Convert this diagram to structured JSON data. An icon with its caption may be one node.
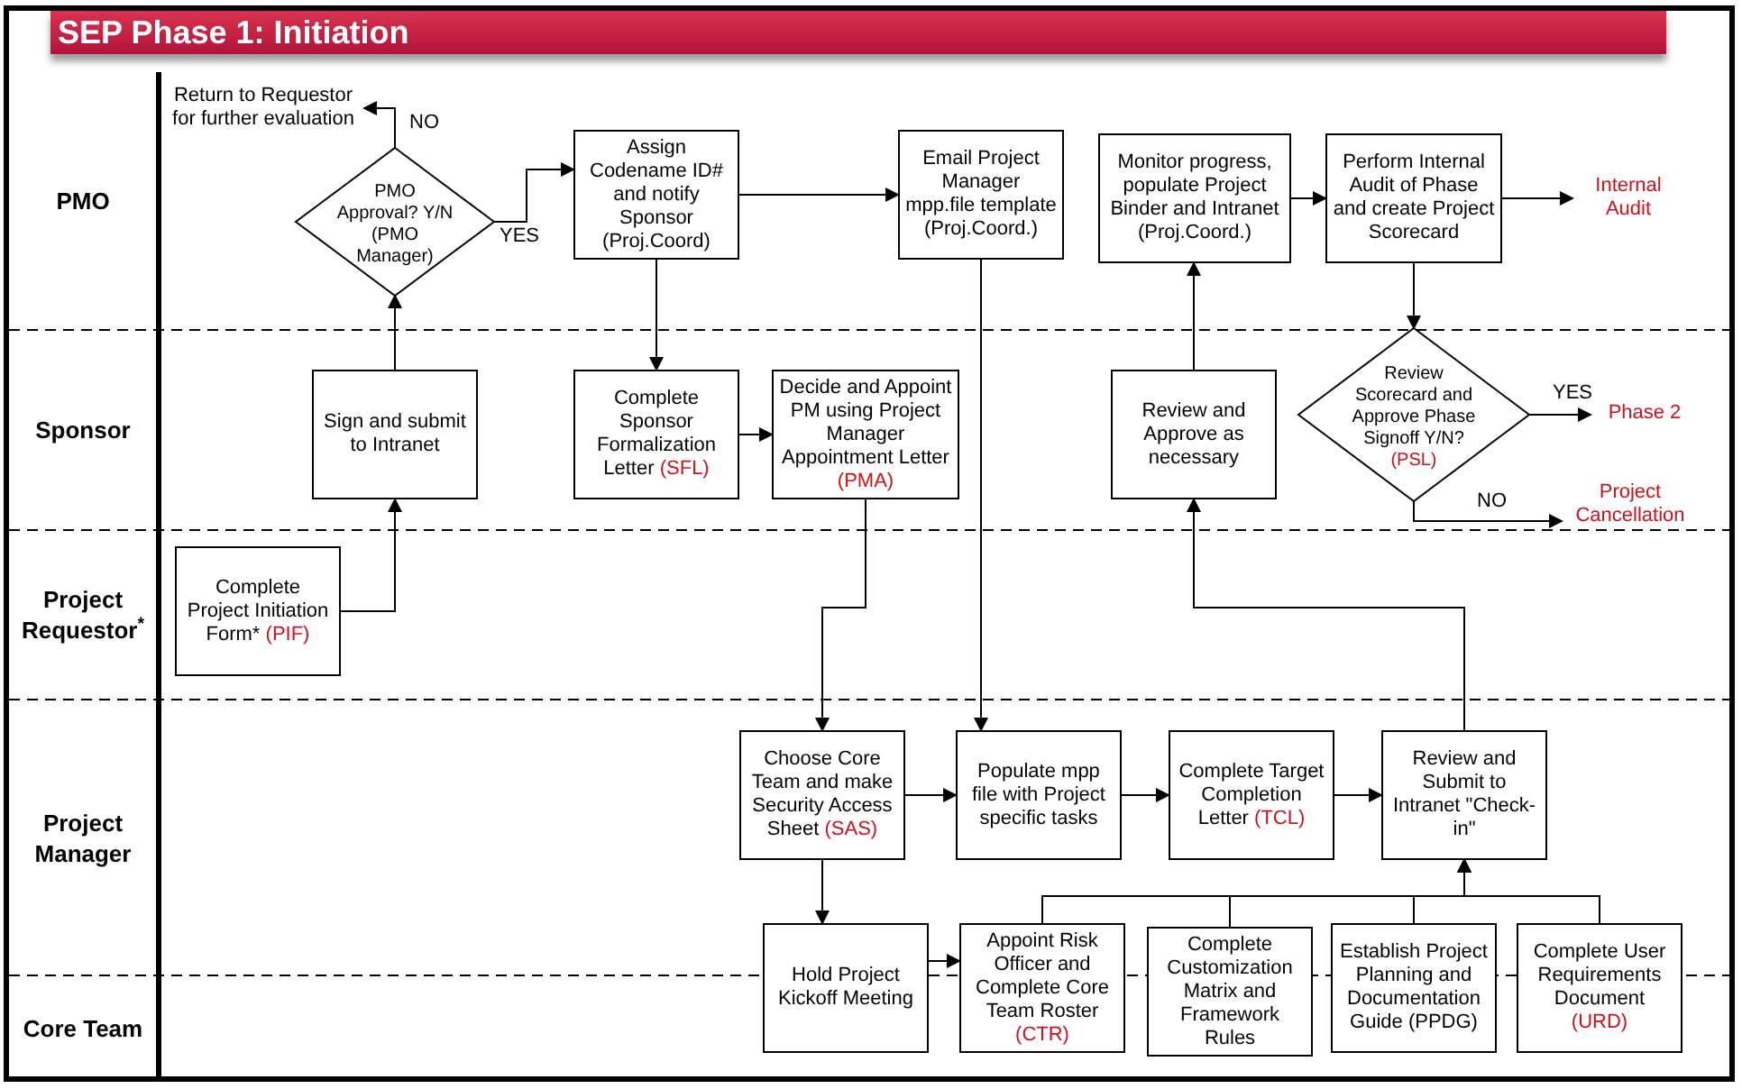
{
  "diagram": {
    "title": "SEP Phase 1: Initiation",
    "nodes": [
      {
        "text": [
          "Return to Requestor for further evaluation"
        ]
      },
      {
        "text": [
          "PMO Approval? Y/N (PMO Manager)"
        ]
      },
      {
        "text": [
          "Assign Codename ID# and notify Sponsor (Proj.Coord)"
        ]
      },
      {
        "text": [
          "Email Project Manager mpp.file template (Proj.Coord.)"
        ]
      },
      {
        "text": [
          "Monitor progress, populate Project Binder and Intranet (Proj.Coord.)"
        ]
      },
      {
        "text": [
          "Perform Internal Audit of Phase and create Project Scorecard"
        ]
      },
      {
        "text": [
          "Internal Audit"
        ]
      },
      {
        "text": [
          "Sign and submit to Intranet"
        ]
      },
      {
        "text": [
          "Complete Sponsor Formalization Letter",
          "(SFL)"
        ]
      },
      {
        "text": [
          "Decide and Appoint PM using Project Manager Appointment Letter",
          "(PMA)"
        ]
      },
      {
        "text": [
          "Review and Approve as necessary"
        ]
      },
      {
        "text": [
          "Review Scorecard and Approve Phase Signoff Y/N?",
          "(PSL)"
        ]
      },
      {
        "text": [
          "Phase 2"
        ]
      },
      {
        "text": [
          "Project Cancellation"
        ]
      },
      {
        "text": [
          "Complete Project Initiation Form*",
          "(PIF)"
        ]
      },
      {
        "text": [
          "Choose Core Team and make Security Access Sheet",
          "(SAS)"
        ]
      },
      {
        "text": [
          "Populate mpp file with Project specific tasks"
        ]
      },
      {
        "text": [
          "Complete Target Completion Letter",
          "(TCL)"
        ]
      },
      {
        "text": [
          "Review and Submit to Intranet \"Check-in\""
        ]
      },
      {
        "text": [
          "Hold Project Kickoff Meeting"
        ]
      },
      {
        "text": [
          "Appoint Risk Officer and Complete Core Team Roster",
          "(CTR)"
        ]
      },
      {
        "text": [
          "Complete Customization Matrix and Framework Rules"
        ]
      },
      {
        "text": [
          "Establish Project Planning and Documentation Guide (PPDG)"
        ]
      },
      {
        "text": [
          "Complete User Requirements Document",
          "(URD)"
        ]
      }
    ],
    "edges": [
      {
        "from": 14,
        "to": 7,
        "arrow": "to"
      },
      {
        "from": 7,
        "to": 1,
        "arrow": "to"
      },
      {
        "from": 1,
        "to": 0,
        "arrow": "to",
        "label": "NO"
      },
      {
        "from": 1,
        "to": 2,
        "arrow": "to",
        "label": "YES"
      },
      {
        "from": 2,
        "to": 3,
        "arrow": "to"
      },
      {
        "from": 2,
        "to": 8,
        "arrow": "to"
      },
      {
        "from": 8,
        "to": 9,
        "arrow": "to"
      },
      {
        "from": 9,
        "to": 15,
        "arrow": "to"
      },
      {
        "from": 3,
        "to": 16,
        "arrow": "to"
      },
      {
        "from": 15,
        "to": 16,
        "arrow": "to"
      },
      {
        "from": 16,
        "to": 17,
        "arrow": "to"
      },
      {
        "from": 17,
        "to": 18,
        "arrow": "to"
      },
      {
        "from": 15,
        "to": 19,
        "arrow": "to"
      },
      {
        "from": 19,
        "to": 20,
        "arrow": "to"
      },
      {
        "from": 20,
        "to": 18,
        "arrow": "to"
      },
      {
        "from": 21,
        "to": 18,
        "arrow": "to"
      },
      {
        "from": 22,
        "to": 18,
        "arrow": "to"
      },
      {
        "from": 23,
        "to": 18,
        "arrow": "to"
      },
      {
        "from": 18,
        "to": 10,
        "arrow": "to"
      },
      {
        "from": 10,
        "to": 4,
        "arrow": "to"
      },
      {
        "from": 4,
        "to": 5,
        "arrow": "to"
      },
      {
        "from": 5,
        "to": 6,
        "arrow": "to"
      },
      {
        "from": 5,
        "to": 11,
        "arrow": "to"
      },
      {
        "from": 11,
        "to": 12,
        "arrow": "to",
        "label": "YES"
      },
      {
        "from": 11,
        "to": 13,
        "arrow": "to",
        "label": "NO"
      }
    ],
    "labels": [
      "PMO",
      "Sponsor",
      "Project Requestor$^{*}$",
      "Project Manager",
      "Core Team"
    ]
  }
}
